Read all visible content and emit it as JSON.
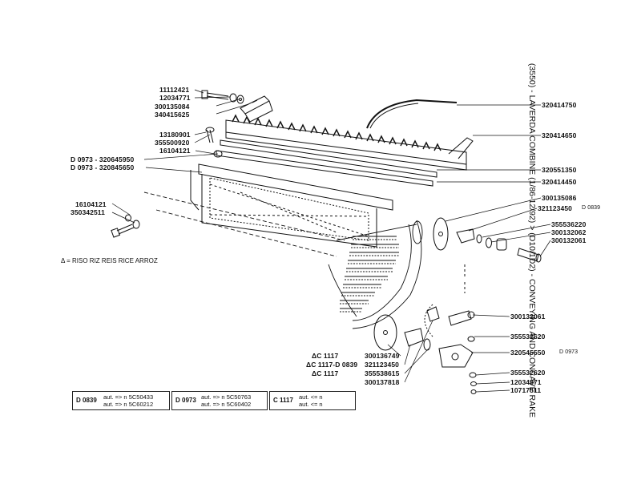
{
  "title": "(3550) - LAVERDA COMBINE (1/86-12/92) > (D10/1D2) - CONVEYING AND CONCAVE RAKE",
  "note": "Δ = RISO  RIZ  REIS  RICE  ARROZ",
  "parts_left": {
    "p1": "11112421",
    "p2": "12034771",
    "p3": "300135084",
    "p4": "340415625",
    "p5": "13180901",
    "p6": "355500920",
    "p7": "16104121",
    "p8": "D 0973 - 320645950",
    "p9": "D 0973 - 320845650",
    "p10": "16104121",
    "p11": "350342511"
  },
  "parts_right": {
    "r1": "320414750",
    "r2": "320414650",
    "r3": "320551350",
    "r4": "320414450",
    "r5": "300135086",
    "r6": "321123450",
    "r6_note": "D 0839",
    "r7": "355536220",
    "r8": "300132062",
    "r9": "300132061",
    "r10": "300132061",
    "r11": "355532620",
    "r12": "320545550",
    "r12_note": "D 0973",
    "r13": "355532620",
    "r14": "12034871",
    "r15": "10717511"
  },
  "parts_bottom": {
    "b1_prefix": "ΔC 1117",
    "b1": "300136749",
    "b2_prefix": "ΔC 1117-D 0839",
    "b2": "321123450",
    "b3_prefix": "ΔC 1117",
    "b3": "355538615",
    "b4": "300137818"
  },
  "legend": [
    {
      "code": "D 0839",
      "line1": "aut. => n  5C50433",
      "line2": "aut. => n  5C60212"
    },
    {
      "code": "D 0973",
      "line1": "aut. => n  5C50763",
      "line2": "aut. => n  5C60402"
    },
    {
      "code": "C 1117",
      "line1": "aut. <= n",
      "line2": "aut. <= n"
    }
  ],
  "colors": {
    "ink": "#111111",
    "background": "#ffffff"
  }
}
